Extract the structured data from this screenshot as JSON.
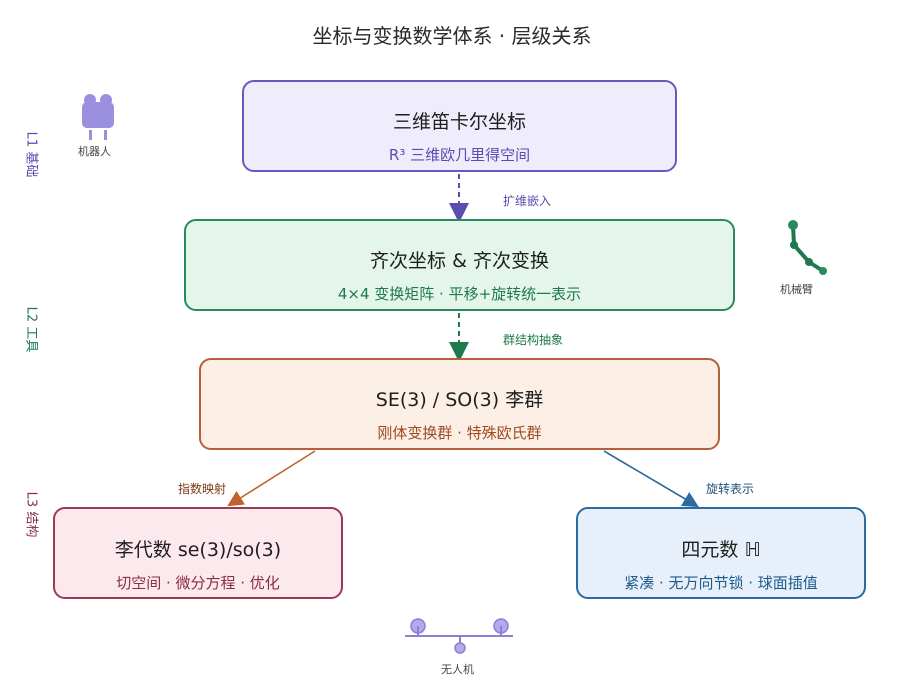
{
  "title": "坐标与变换数学体系 · 层级关系",
  "levels": {
    "l1": "L1 基础",
    "l2": "L2 工具",
    "l3": "L3 结构"
  },
  "nodes": {
    "cartesian": {
      "title": "三维笛卡尔坐标",
      "subtitle": "R³ 三维欧几里得空间"
    },
    "homogeneous": {
      "title": "齐次坐标 & 齐次变换",
      "subtitle": "4×4 变换矩阵 · 平移+旋转统一表示"
    },
    "lie_group": {
      "title": "SE(3) / SO(3) 李群",
      "subtitle": "刚体变换群 · 特殊欧氏群"
    },
    "lie_algebra": {
      "title": "李代数 se(3)/so(3)",
      "subtitle": "切空间 · 微分方程 · 优化"
    },
    "quaternion": {
      "title": "四元数 ℍ",
      "subtitle": "紧凑 · 无万向节锁 · 球面插值"
    }
  },
  "edges": {
    "e1": "扩维嵌入",
    "e2": "群结构抽象",
    "e3": "指数映射",
    "e4": "旋转表示"
  },
  "icons": {
    "robot": {
      "icon": "robot-icon",
      "label": "机器人"
    },
    "arm": {
      "icon": "robot-arm-icon",
      "label": "机械臂"
    },
    "drone": {
      "icon": "drone-icon",
      "label": "无人机"
    }
  },
  "colors": {
    "l1": "#6a58bf",
    "l2": "#2b8a5b",
    "l3": "#b5603a",
    "algebra": "#9a3b52",
    "quaternion": "#2d6a9f"
  }
}
